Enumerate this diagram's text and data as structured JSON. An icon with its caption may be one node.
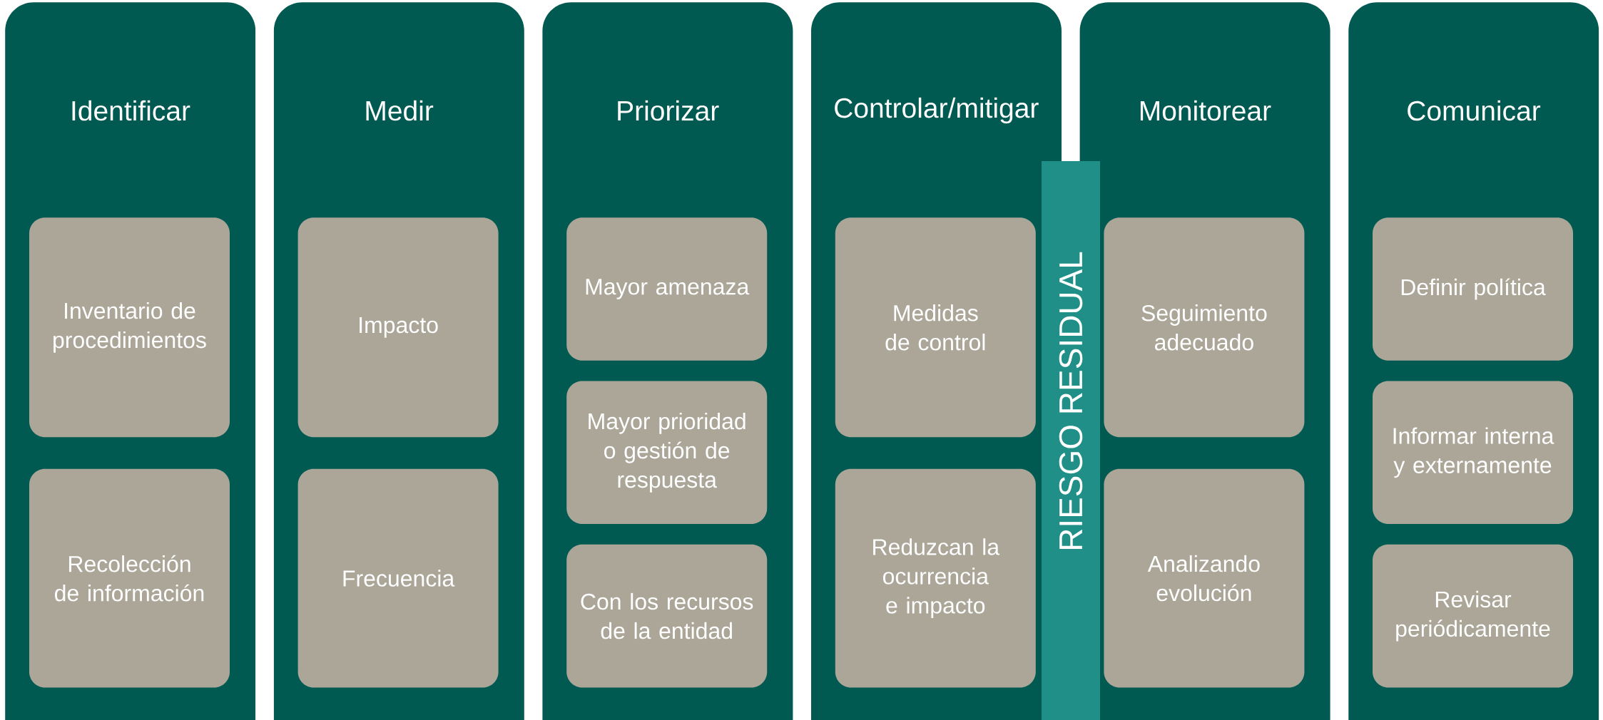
{
  "diagram": {
    "nodes": [
      {
        "text": [
          "Identificar"
        ]
      },
      {
        "text": [
          "Inventario de procedimientos"
        ],
        "in": 0
      },
      {
        "text": [
          "Recolección de información"
        ],
        "in": 0
      },
      {
        "text": [
          "Medir"
        ]
      },
      {
        "text": [
          "Impacto"
        ],
        "in": 3
      },
      {
        "text": [
          "Frecuencia"
        ],
        "in": 3
      },
      {
        "text": [
          "Priorizar"
        ]
      },
      {
        "text": [
          "Mayor amenaza"
        ],
        "in": 6
      },
      {
        "text": [
          "Mayor prioridad o gestión de respuesta"
        ],
        "in": 6
      },
      {
        "text": [
          "Con los recursos de la entidad"
        ],
        "in": 6
      },
      {
        "text": [
          "Controlar/mitigar"
        ]
      },
      {
        "text": [
          "Medidas de control"
        ],
        "in": 10
      },
      {
        "text": [
          "Reduzcan la ocurrencia e impacto"
        ],
        "in": 10
      },
      {
        "text": [
          "RIESGO RESIDUAL"
        ]
      },
      {
        "text": [
          "Monitorear"
        ]
      },
      {
        "text": [
          "Seguimiento adecuado"
        ],
        "in": 14
      },
      {
        "text": [
          "Analizando evolución"
        ],
        "in": 14
      },
      {
        "text": [
          "Comunicar"
        ]
      },
      {
        "text": [
          "Definir política"
        ],
        "in": 17
      },
      {
        "text": [
          "Informar interna y externamente"
        ],
        "in": 17
      },
      {
        "text": [
          "Revisar periódicamente"
        ],
        "in": 17
      }
    ]
  }
}
